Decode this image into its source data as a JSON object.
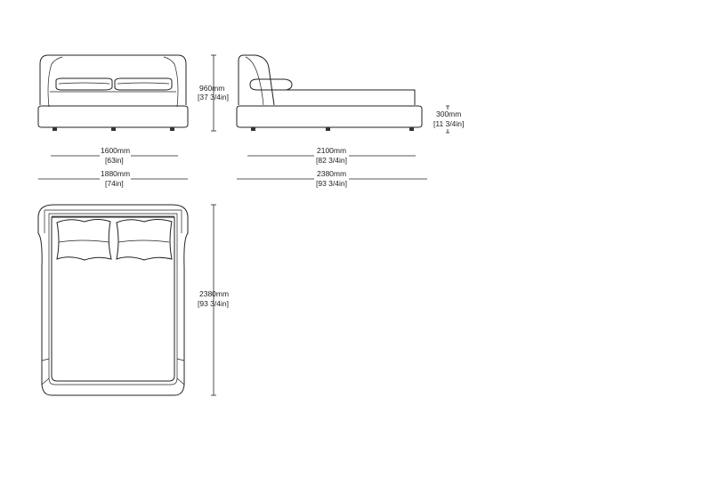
{
  "dimensions": {
    "front_height": {
      "mm": "960mm",
      "in": "[37 3/4in]"
    },
    "side_base_height": {
      "mm": "300mm",
      "in": "[11 3/4in]"
    },
    "front_inner_width": {
      "mm": "1600mm",
      "in": "[63in]"
    },
    "front_outer_width": {
      "mm": "1880mm",
      "in": "[74in]"
    },
    "side_inner_length": {
      "mm": "2100mm",
      "in": "[82 3/4in]"
    },
    "side_outer_length": {
      "mm": "2380mm",
      "in": "[93 3/4in]"
    },
    "top_length": {
      "mm": "2380mm",
      "in": "[93 3/4in]"
    }
  }
}
